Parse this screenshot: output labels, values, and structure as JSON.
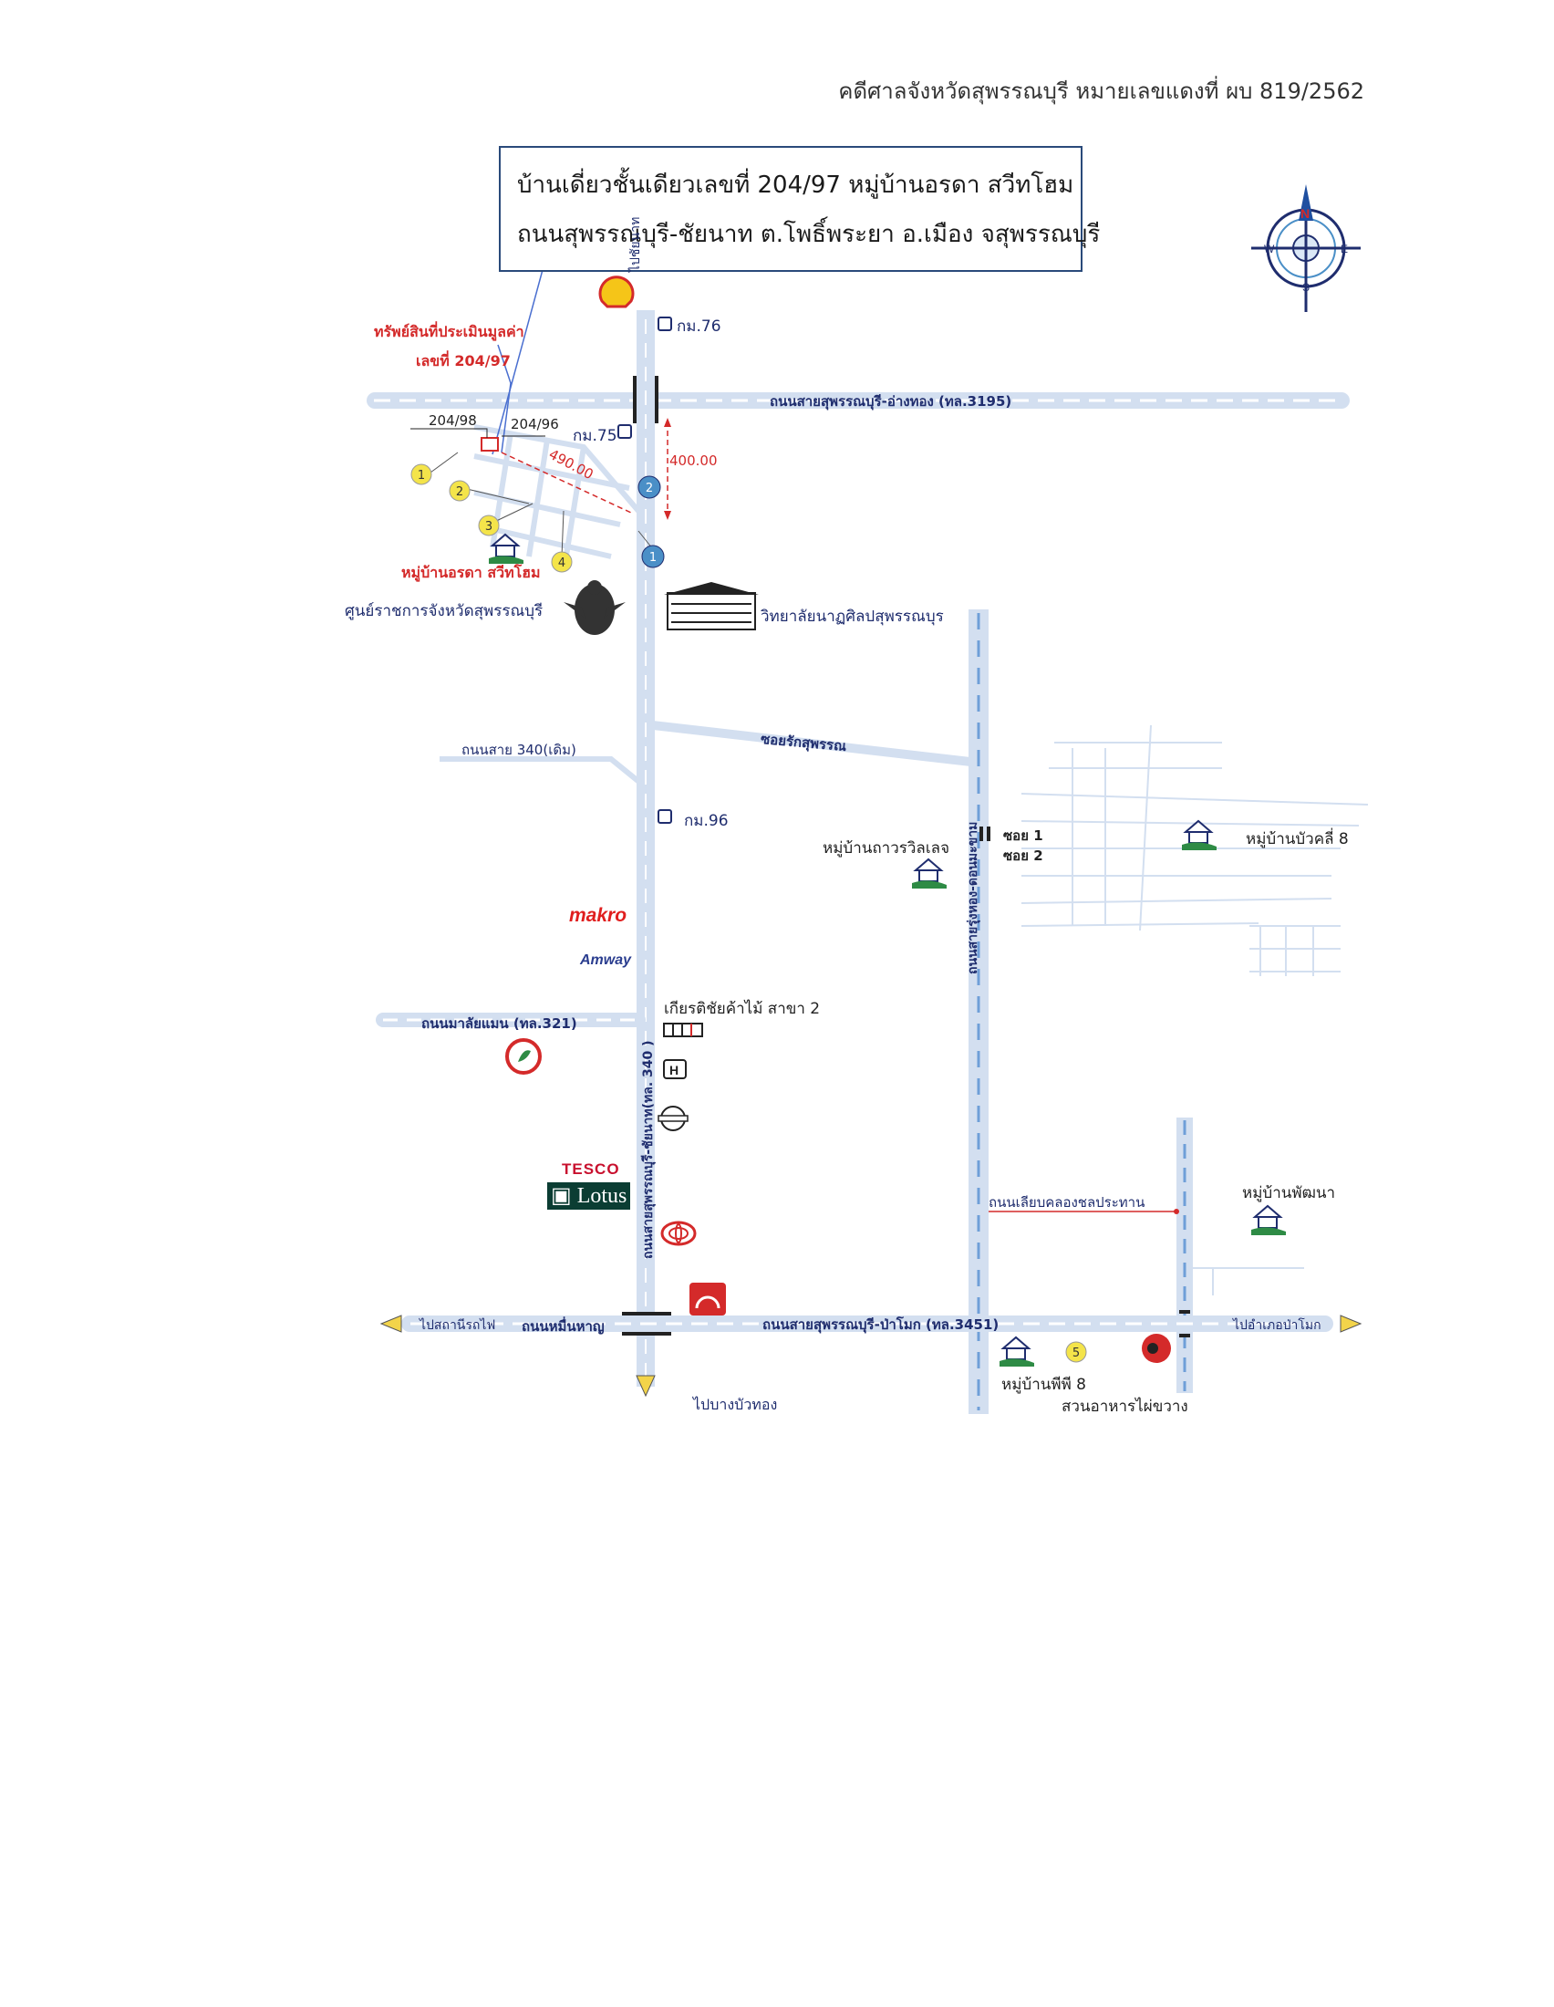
{
  "header": "คดีศาลจังหวัดสุพรรณบุรี หมายเลขแดงที่ ผบ 819/2562",
  "callout": {
    "line1": "บ้านเดี่ยวชั้นเดียวเลขที่ 204/97 หมู่บ้านอรดา สวีทโฮม",
    "line2": "ถนนสุพรรณบุรี-ชัยนาท ต.โพธิ์พระยา อ.เมือง จสุพรรณบุรี"
  },
  "compass": {
    "n": "N",
    "s": "S",
    "e": "E",
    "w": "W"
  },
  "property": {
    "label1": "ทรัพย์สินที่ประเมินมูลค่า",
    "label2": "เลขที่ 204/97",
    "left_no": "204/98",
    "right_no": "204/96",
    "distance_diag": "490.00",
    "distance_vert": "400.00"
  },
  "roads": {
    "top_road": "ถนนสายสุพรรณบุรี-อ่างทอง (ทล.3195)",
    "main_north": "ไปชัยนาท",
    "main_vertical": "ถนนสายสุพรรณบุรี-ชัยนาท(ทล. 340 )",
    "soi_rak": "ซอยรักสุพรรณ",
    "old_340": "ถนนสาย 340(เดิม)",
    "right_vertical": "ถนนสายรุ่งหอง-ดอนมะขาม",
    "soi1": "ซอย 1",
    "soi2": "ซอย 2",
    "malai": "ถนนมาลัยแมน (ทล.321)",
    "canal": "ถนนเลียบคลองชลประทาน",
    "bottom_road": "ถนนสายสุพรรณบุรี-ป่าโมก (ทล.3451)",
    "muen_han": "ถนนหมื่นหาญ",
    "to_station": "ไปสถานีรถไฟ",
    "to_pamok": "ไปอำเภอป่าโมก",
    "to_south": "ไปบางบัวทอง"
  },
  "km_markers": [
    "กม.76",
    "กม.75",
    "กม.96"
  ],
  "places": {
    "orada": "หมู่บ้านอรดา สวีทโฮม",
    "govt_center": "ศูนย์ราชการจังหวัดสุพรรณบุรี",
    "college": "วิทยาลัยนาฏศิลปสุพรรณบุร",
    "thaweewit": "หมู่บ้านถาวรวิลเลจ",
    "buakhli": "หมู่บ้านบัวคลี่ 8",
    "kiat": "เกียรติชัยค้าไม้ สาขา 2",
    "phatthana": "หมู่บ้านพัฒนา",
    "pp8": "หมู่บ้านพีพี 8",
    "restaurant": "สวนอาหารไผ่ขวาง"
  },
  "logos": {
    "makro": "makro",
    "amway": "Amway",
    "tesco": "TESCO",
    "lotus": "Lotus"
  },
  "markers": {
    "yellow": [
      "1",
      "2",
      "3",
      "4",
      "5"
    ],
    "blue": [
      "1",
      "2"
    ]
  },
  "colors": {
    "road": "#d3dff0",
    "road_dash": "#6f9fd8",
    "label_blue": "#1f2d6e",
    "label_red": "#d42a2a",
    "marker_yellow": "#f4e44a",
    "marker_blue": "#4a8fc7",
    "house_green": "#2e8b45"
  }
}
